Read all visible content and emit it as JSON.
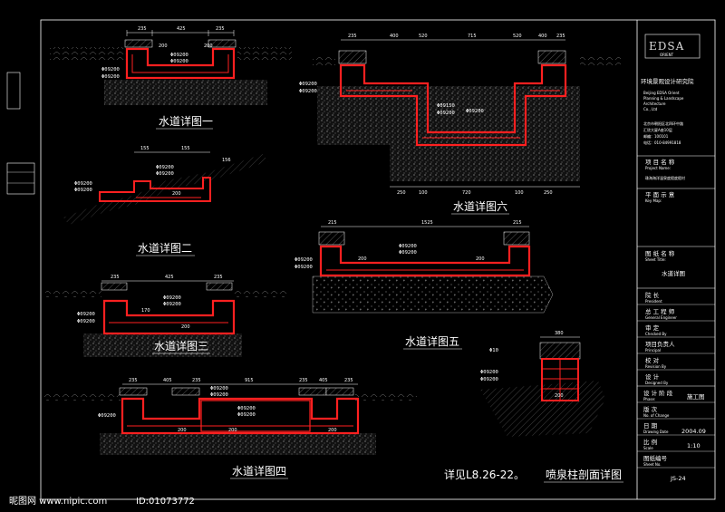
{
  "drawing": {
    "details": [
      {
        "id": "d1",
        "title": "水道详图一",
        "dims": [
          "235",
          "425",
          "235"
        ],
        "labels": [
          "Φ09200",
          "Φ09200",
          "Φ09200",
          "Φ09200"
        ],
        "small": [
          "200",
          "200"
        ]
      },
      {
        "id": "d2",
        "title": "水道详图二",
        "dims": [
          "155",
          "155",
          "156"
        ],
        "labels": [
          "Φ09200",
          "Φ09200",
          "Φ09200",
          "Φ09200"
        ],
        "small": [
          "200"
        ]
      },
      {
        "id": "d3",
        "title": "水道详图三",
        "dims": [
          "235",
          "425",
          "235"
        ],
        "labels": [
          "Φ09200",
          "Φ09200",
          "Φ09200",
          "Φ09200"
        ],
        "small": [
          "170",
          "200"
        ]
      },
      {
        "id": "d4",
        "title": "水道详图四",
        "dims": [
          "235",
          "405",
          "235",
          "915",
          "235",
          "405",
          "235"
        ],
        "labels": [
          "Φ09200",
          "Φ09200",
          "Φ09200",
          "Φ09200",
          "Φ09200"
        ],
        "small": [
          "200",
          "200",
          "200"
        ]
      },
      {
        "id": "d5",
        "title": "水道详图五",
        "dims": [
          "215",
          "1525",
          "215"
        ],
        "labels": [
          "Φ09200",
          "Φ09200",
          "Φ09200",
          "Φ09200"
        ],
        "small": [
          "200",
          "200"
        ]
      },
      {
        "id": "d6",
        "title": "水道详图六",
        "dims": [
          "235",
          "400",
          "520",
          "715",
          "520",
          "400",
          "235"
        ],
        "labels": [
          "Φ09200",
          "Φ09200",
          "Φ09150",
          "Φ09200",
          "Φ09200"
        ],
        "small": [
          "250",
          "100",
          "720",
          "100",
          "250"
        ]
      },
      {
        "id": "d7",
        "title": "喷泉柱剖面详图",
        "dims": [
          "380"
        ],
        "labels": [
          "Φ10",
          "Φ09200",
          "Φ09200"
        ],
        "small": [
          "200"
        ]
      }
    ],
    "note": "详见L8.26-22。"
  },
  "title_block": {
    "logo": "EDSA",
    "logo_sub": "ORIENT",
    "company_cn": "环境景观设计研究院",
    "company_en": [
      "Beijing EDSA Orient",
      "Planning & Landscape",
      "Architecture",
      "Co., Ltd"
    ],
    "address": [
      "北京市朝阳区北四环中路",
      "汇欣大厦A座10层",
      "邮编：100101",
      "电话：010-84991818"
    ],
    "project_label": "项 目 名 称",
    "project_label_en": "Project Name:",
    "project_value": "珠海海洋温泉度假度假村",
    "plan_label": "平 面 示 意",
    "plan_label_en": "Key Map:",
    "drawing_name_label": "图 纸 名 称",
    "drawing_name_en": "Sheet Title:",
    "drawing_name": "水道详图",
    "rows": [
      {
        "cn": "院   长",
        "en": "President"
      },
      {
        "cn": "总 工 程 师",
        "en": "General Engineer"
      },
      {
        "cn": "审   定",
        "en": "Checked By"
      },
      {
        "cn": "项目负责人",
        "en": "Principal"
      },
      {
        "cn": "校   对",
        "en": "Revision By"
      },
      {
        "cn": "设   计",
        "en": "Designed By"
      }
    ],
    "stage_label": "设 计 阶 段",
    "stage_label_en": "Phase:",
    "stage_value": "施工图",
    "version_label": "版   次",
    "version_label_en": "No. of Change",
    "date_label": "日   期",
    "date_label_en": "Drawing Date",
    "date_value": "2004.09",
    "scale_label": "比   例",
    "scale_label_en": "Scale",
    "scale_value": "1:10",
    "sheet_no_label": "图纸编号",
    "sheet_no_label_en": "Sheet No.",
    "sheet_no_value": "JS-24"
  },
  "watermark": "昵图网 www.nipic.com",
  "watermark_id": "ID:01073772",
  "colors": {
    "bg": "#000000",
    "wall": "#ff2020",
    "line": "#ffffff",
    "accent": "#00ffff",
    "hatch": "#9a9a9a"
  }
}
